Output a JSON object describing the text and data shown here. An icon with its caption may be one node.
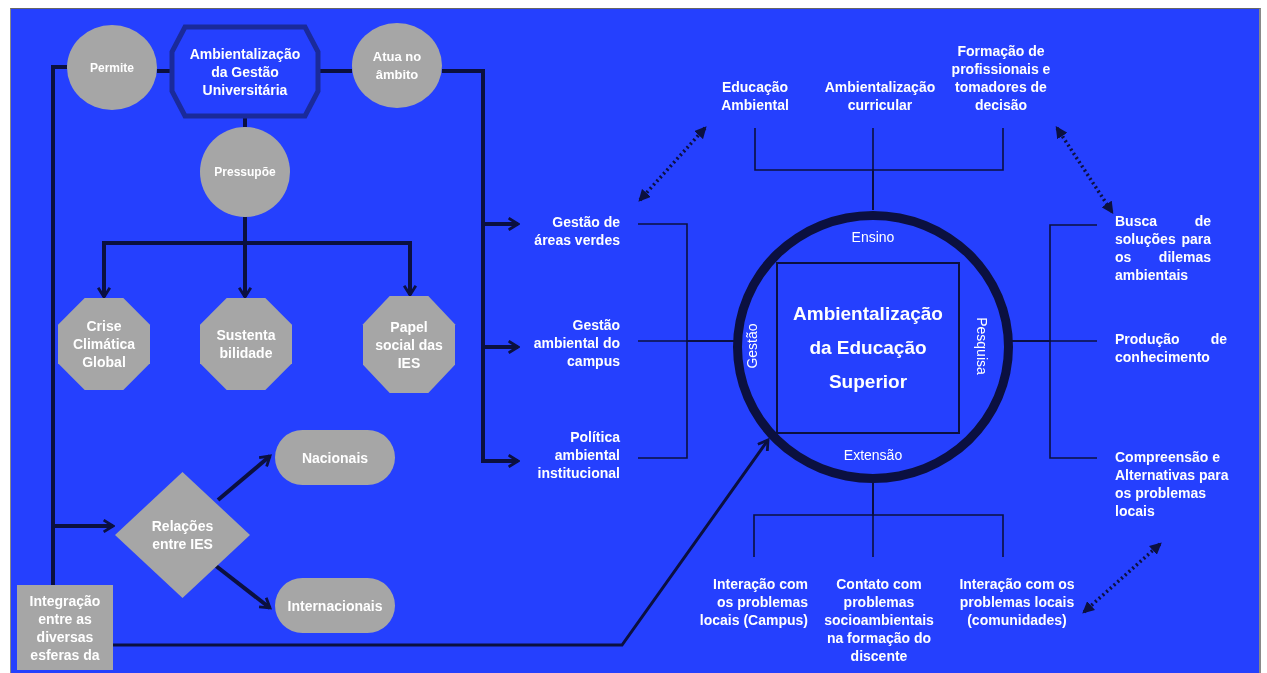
{
  "diagram": {
    "nodes": [
      {
        "text": [
          "Permite"
        ]
      },
      {
        "text": [
          "Ambientalização da Gestão Universitária"
        ]
      },
      {
        "text": [
          "Atua no âmbito"
        ]
      },
      {
        "text": [
          "Pressupõe"
        ]
      },
      {
        "text": [
          "Crise Climática Global"
        ]
      },
      {
        "text": [
          "Sustenta bilidade"
        ]
      },
      {
        "text": [
          "Papel social das IES"
        ]
      },
      {
        "text": [
          "Relações entre IES"
        ]
      },
      {
        "text": [
          "Nacionais"
        ]
      },
      {
        "text": [
          "Internacionais"
        ]
      },
      {
        "text": [
          "Integração entre as diversas esferas da"
        ]
      },
      {
        "text": [
          "Gestão de áreas verdes"
        ]
      },
      {
        "text": [
          "Gestão ambiental do campus"
        ]
      },
      {
        "text": [
          "Política ambiental institucional"
        ]
      },
      {
        "text": [
          "Ensino",
          "Gestão",
          "Pesquisa",
          "Extensão"
        ]
      },
      {
        "text": [
          "Ambientalização da Educação Superior"
        ],
        "in": 14
      },
      {
        "text": [
          "Educação Ambiental"
        ]
      },
      {
        "text": [
          "Ambientalização curricular"
        ]
      },
      {
        "text": [
          "Formação de profissionais e tomadores de decisão"
        ]
      },
      {
        "text": [
          "Busca de soluções para os dilemas ambientais"
        ]
      },
      {
        "text": [
          "Produção de conhecimento"
        ]
      },
      {
        "text": [
          "Compreensão e Alternativas para os problemas locais"
        ]
      },
      {
        "text": [
          "Interação com os problemas locais (Campus)"
        ]
      },
      {
        "text": [
          "Contato com problemas socioambientais na formação do discente"
        ]
      },
      {
        "text": [
          "Interação com os problemas locais (comunidades)"
        ]
      }
    ],
    "edges": [
      {
        "from": 1,
        "to": 0,
        "arrow": "none"
      },
      {
        "from": 0,
        "to": 7,
        "arrow": "to"
      },
      {
        "from": 0,
        "to": 10,
        "arrow": "none"
      },
      {
        "from": 1,
        "to": 2,
        "arrow": "none"
      },
      {
        "from": 2,
        "to": 11,
        "arrow": "to"
      },
      {
        "from": 2,
        "to": 12,
        "arrow": "to"
      },
      {
        "from": 2,
        "to": 13,
        "arrow": "to"
      },
      {
        "from": 1,
        "to": 3,
        "arrow": "none"
      },
      {
        "from": 3,
        "to": 4,
        "arrow": "to"
      },
      {
        "from": 3,
        "to": 5,
        "arrow": "to"
      },
      {
        "from": 3,
        "to": 6,
        "arrow": "to"
      },
      {
        "from": 7,
        "to": 8,
        "arrow": "to"
      },
      {
        "from": 7,
        "to": 9,
        "arrow": "to"
      },
      {
        "from": 10,
        "to": 14,
        "arrow": "to"
      },
      {
        "from": 11,
        "to": 14,
        "arrow": "none"
      },
      {
        "from": 12,
        "to": 14,
        "arrow": "none"
      },
      {
        "from": 13,
        "to": 14,
        "arrow": "none"
      },
      {
        "from": 16,
        "to": 14,
        "arrow": "none"
      },
      {
        "from": 17,
        "to": 14,
        "arrow": "none"
      },
      {
        "from": 18,
        "to": 14,
        "arrow": "none"
      },
      {
        "from": 14,
        "to": 22,
        "arrow": "none"
      },
      {
        "from": 14,
        "to": 23,
        "arrow": "none"
      },
      {
        "from": 14,
        "to": 24,
        "arrow": "none"
      },
      {
        "from": 19,
        "to": 14,
        "arrow": "none"
      },
      {
        "from": 20,
        "to": 14,
        "arrow": "none"
      },
      {
        "from": 21,
        "to": 14,
        "arrow": "none"
      },
      {
        "from": 11,
        "to": 16,
        "arrow": "both",
        "style": "dashed"
      },
      {
        "from": 18,
        "to": 19,
        "arrow": "both",
        "style": "dashed"
      },
      {
        "from": 21,
        "to": 24,
        "arrow": "both",
        "style": "dashed"
      }
    ]
  }
}
